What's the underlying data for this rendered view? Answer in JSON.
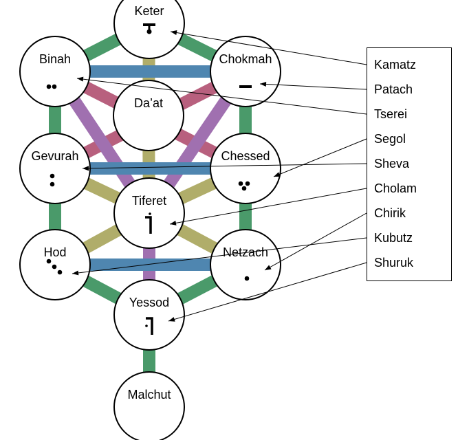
{
  "title": "Sefirot and Hebrew vowel points",
  "colors": {
    "green": "#4a9a6a",
    "blue": "#4f86b0",
    "olive": "#b0ad6a",
    "purple": "#a070b0",
    "rose": "#b8607e"
  },
  "nodes": [
    {
      "id": "keter",
      "label": "Keter",
      "vowel": "Kamatz",
      "mark": "kamatz"
    },
    {
      "id": "binah",
      "label": "Binah",
      "vowel": "Tserei",
      "mark": "tserei"
    },
    {
      "id": "chokmah",
      "label": "Chokmah",
      "vowel": "Patach",
      "mark": "patach"
    },
    {
      "id": "daat",
      "label": "Da’at",
      "vowel": "",
      "mark": ""
    },
    {
      "id": "gevurah",
      "label": "Gevurah",
      "vowel": "Sheva",
      "mark": "sheva"
    },
    {
      "id": "chessed",
      "label": "Chessed",
      "vowel": "Segol",
      "mark": "segol"
    },
    {
      "id": "tiferet",
      "label": "Tiferet",
      "vowel": "Cholam",
      "mark": "cholam"
    },
    {
      "id": "hod",
      "label": "Hod",
      "vowel": "Kubutz",
      "mark": "kubutz"
    },
    {
      "id": "netzach",
      "label": "Netzach",
      "vowel": "Chirik",
      "mark": "chirik"
    },
    {
      "id": "yessod",
      "label": "Yessod",
      "vowel": "Shuruk",
      "mark": "shuruk"
    },
    {
      "id": "malchut",
      "label": "Malchut",
      "vowel": "",
      "mark": ""
    }
  ],
  "legend": {
    "items": [
      "Kamatz",
      "Patach",
      "Tserei",
      "Segol",
      "Sheva",
      "Cholam",
      "Chirik",
      "Kubutz",
      "Shuruk"
    ]
  },
  "connections": [
    {
      "from": "keter",
      "to": "binah",
      "color": "green"
    },
    {
      "from": "keter",
      "to": "chokmah",
      "color": "green"
    },
    {
      "from": "keter",
      "to": "daat",
      "color": "olive"
    },
    {
      "from": "binah",
      "to": "chokmah",
      "color": "blue"
    },
    {
      "from": "binah",
      "to": "gevurah",
      "color": "green"
    },
    {
      "from": "chokmah",
      "to": "chessed",
      "color": "green"
    },
    {
      "from": "binah",
      "to": "chessed",
      "color": "rose"
    },
    {
      "from": "chokmah",
      "to": "gevurah",
      "color": "rose"
    },
    {
      "from": "binah",
      "to": "tiferet",
      "color": "purple"
    },
    {
      "from": "chokmah",
      "to": "tiferet",
      "color": "purple"
    },
    {
      "from": "daat",
      "to": "tiferet",
      "color": "olive"
    },
    {
      "from": "gevurah",
      "to": "chessed",
      "color": "blue"
    },
    {
      "from": "gevurah",
      "to": "tiferet",
      "color": "olive"
    },
    {
      "from": "chessed",
      "to": "tiferet",
      "color": "olive"
    },
    {
      "from": "gevurah",
      "to": "hod",
      "color": "green"
    },
    {
      "from": "chessed",
      "to": "netzach",
      "color": "green"
    },
    {
      "from": "tiferet",
      "to": "hod",
      "color": "olive"
    },
    {
      "from": "tiferet",
      "to": "netzach",
      "color": "olive"
    },
    {
      "from": "tiferet",
      "to": "yessod",
      "color": "purple"
    },
    {
      "from": "hod",
      "to": "netzach",
      "color": "blue"
    },
    {
      "from": "hod",
      "to": "yessod",
      "color": "green"
    },
    {
      "from": "netzach",
      "to": "yessod",
      "color": "green"
    },
    {
      "from": "yessod",
      "to": "malchut",
      "color": "green"
    }
  ]
}
